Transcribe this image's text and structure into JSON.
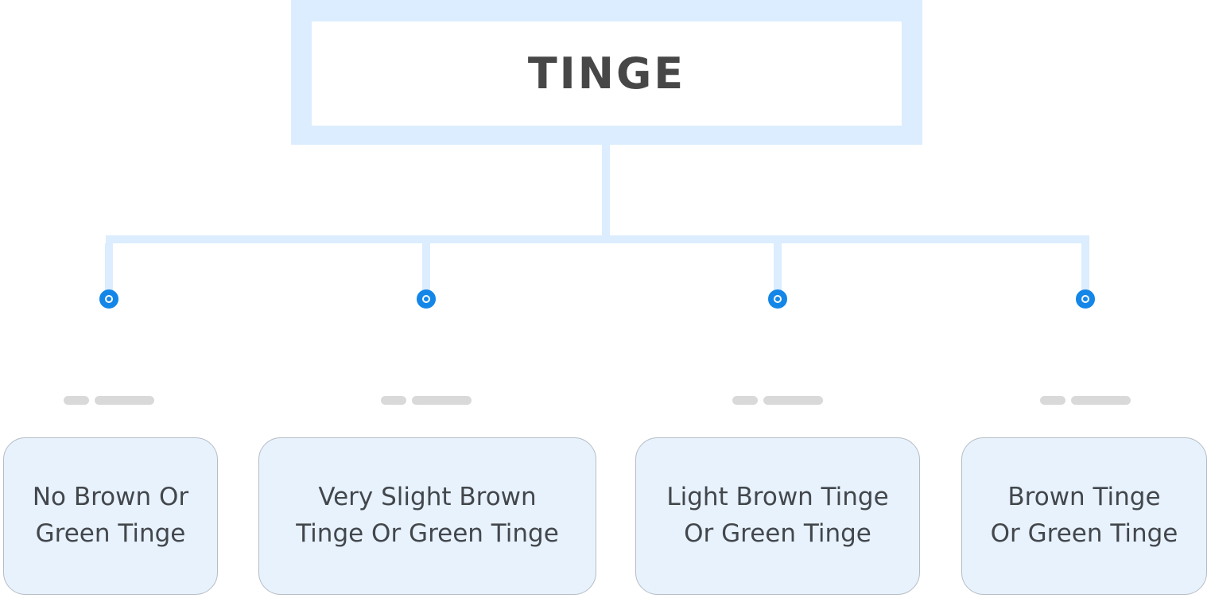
{
  "diagram": {
    "root": {
      "label": "TINGE"
    },
    "children": [
      {
        "label": "No Brown Or Green Tinge",
        "lines": [
          "No Brown Or",
          "Green Tinge"
        ]
      },
      {
        "label": "Very Slight Brown Tinge Or Green Tinge",
        "lines": [
          "Very Slight Brown",
          "Tinge Or Green Tinge"
        ]
      },
      {
        "label": "Light Brown Tinge Or Green Tinge",
        "lines": [
          "Light Brown Tinge",
          "Or Green Tinge"
        ]
      },
      {
        "label": "Brown Tinge Or Green Tinge",
        "lines": [
          "Brown Tinge",
          "Or Green Tinge"
        ]
      }
    ],
    "colors": {
      "connector_light_blue": "#DBEDFE",
      "node_blue": "#1486E8",
      "dash_gray": "#D9D9D9",
      "card_background": "#E7F2FD",
      "card_border": "#B6BDC4",
      "root_title_text": "#474747",
      "card_text": "#43474C"
    }
  }
}
